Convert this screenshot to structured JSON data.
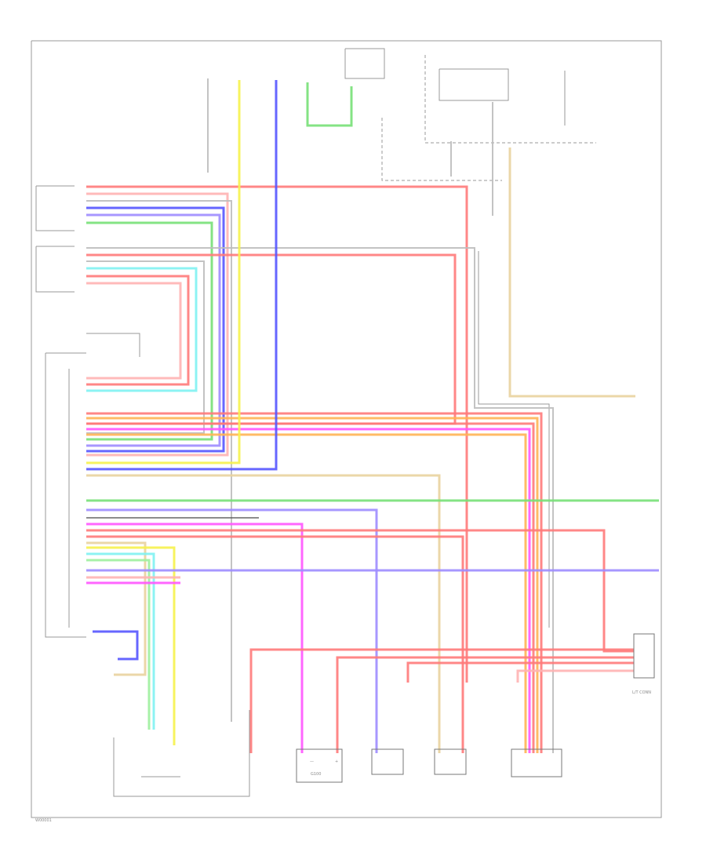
{
  "colors": {
    "red": "#ff7a7a",
    "pink": "#ffb3b3",
    "blue": "#5555ff",
    "violet": "#9d8cff",
    "green": "#77e077",
    "lightgreen": "#9ff09f",
    "cyan": "#7ff2f2",
    "magenta": "#ff55ff",
    "orange": "#ffb455",
    "yellow": "#f6f24c",
    "tan": "#e9d39e",
    "gray": "#bdbdbd",
    "black": "#555555",
    "frame": "#999999"
  },
  "labels": {
    "b_neg": "—",
    "b_pos": "+",
    "ground": "G100",
    "fig_id": "W00001",
    "lt_conn": "L/T CONN"
  }
}
